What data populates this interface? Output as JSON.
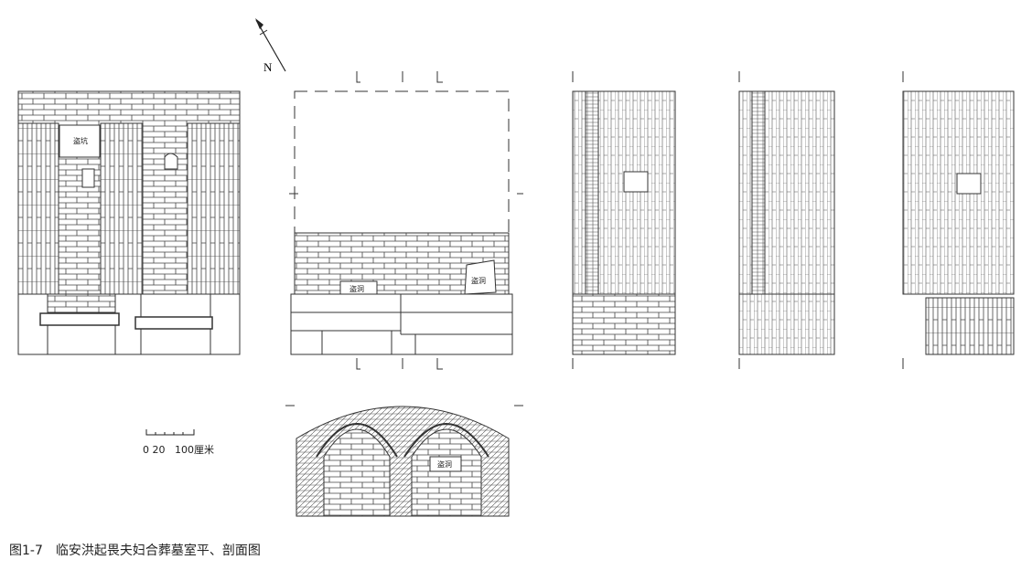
{
  "north_label": "N",
  "labels": {
    "robbery_pit": "盗坑",
    "robbery_hole": "盗洞"
  },
  "scale": {
    "ticks": "0 20",
    "end": "100厘米"
  },
  "caption": "图1-7　临安洪起畏夫妇合葬墓室平、剖面图",
  "colors": {
    "line": "#333333",
    "background": "#ffffff"
  }
}
